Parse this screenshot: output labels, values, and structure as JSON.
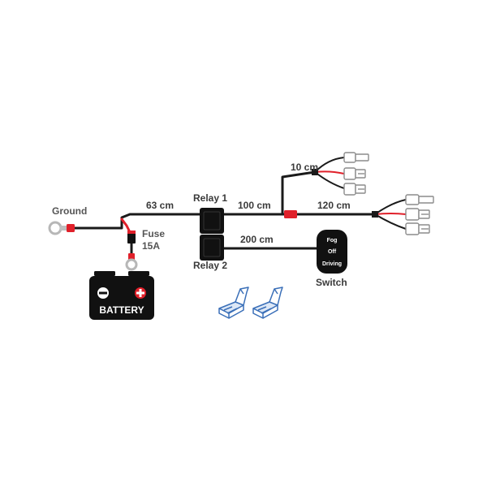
{
  "labels": {
    "ground": "Ground",
    "fuse": "Fuse",
    "fuse_rating": "15A",
    "len_63": "63 cm",
    "relay1": "Relay 1",
    "relay2": "Relay 2",
    "len_100": "100 cm",
    "len_120": "120 cm",
    "len_10": "10 cm",
    "len_200": "200 cm",
    "switch": "Switch",
    "switch_fog": "Fog",
    "switch_off": "Off",
    "switch_driving": "Driving",
    "battery": "BATTERY",
    "battery_minus": "−",
    "battery_plus": "+"
  },
  "colors": {
    "wire": "#1a1a1a",
    "wire_positive": "#e0202a",
    "label": "#3a3a3a",
    "connector_blue": "#3a6fb8"
  }
}
